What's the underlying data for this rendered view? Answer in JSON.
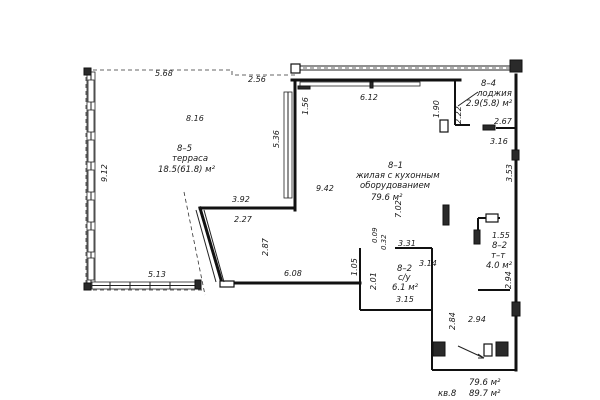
{
  "dimensions": {
    "terrace_top_left": "5.68",
    "terrace_top_right": "2.56",
    "terrace_inner": "8.16",
    "terrace_left": "9.12",
    "terrace_wall": "5.36",
    "terrace_bottom": "5.13",
    "terrace_cut_a": "3.92",
    "terrace_cut_b": "2.27",
    "living_inner_vertical": "1.56",
    "living_top": "6.12",
    "loggia_left": "1.90",
    "loggia_small": "2.22",
    "loggia_width": "2.67",
    "loggia_depth": "3.16",
    "living_height": "9.42",
    "living_center_vertical": "7.02",
    "right_wall_vertical": "3.53",
    "living_lower_vertical": "2.87",
    "living_bottom": "6.08",
    "bath_left": "1.05",
    "bath_top_a": "0.09",
    "bath_top_b": "0.32",
    "bath_width": "3.31",
    "bath_side_left": "2.01",
    "bath_side_right": "3.14",
    "bath_bottom": "3.15",
    "utility_top": "1.55",
    "utility_right": "2.94",
    "corridor_vertical": "2.84",
    "corridor_horizontal": "2.94"
  },
  "rooms": {
    "terrace": {
      "code": "8–5",
      "name": "терраса",
      "area": "18.5(61.8) м²"
    },
    "living": {
      "code": "8–1",
      "line1": "жилая с кухонным",
      "line2": "оборудованием",
      "area": "79.6 м²"
    },
    "loggia": {
      "code": "8–4",
      "name": "лоджия",
      "area": "2.9(5.8) м²"
    },
    "bathroom": {
      "code": "8–2",
      "name": "с/у",
      "area": "6.1 м²"
    },
    "utility": {
      "code": "8–2",
      "name": "т–т",
      "area": "4.0 м²"
    }
  },
  "summary": {
    "apartment_label": "кв.8",
    "area_living": "79.6  м²",
    "area_total": "89.7  м²"
  }
}
